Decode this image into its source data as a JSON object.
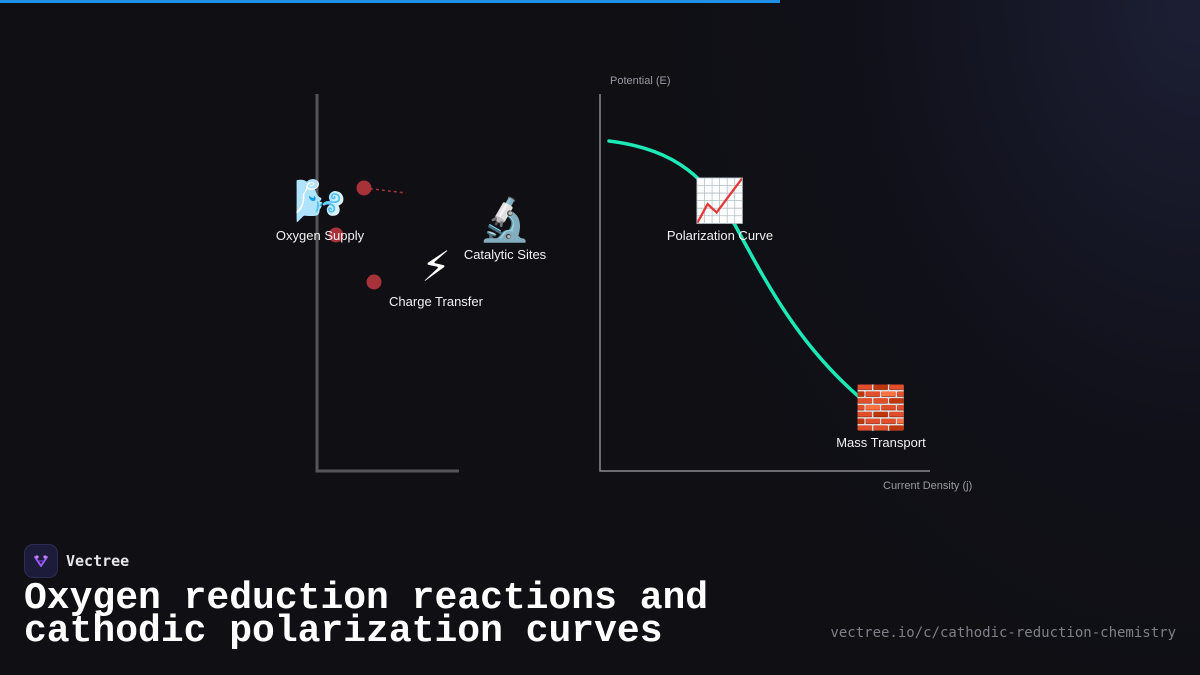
{
  "progress": {
    "fraction": 0.65,
    "color": "#1e90e6"
  },
  "diagram": {
    "nodes": [
      {
        "id": "oxygen-supply",
        "icon": "wind-icon",
        "emoji": "🌬️",
        "label": "Oxygen Supply"
      },
      {
        "id": "catalytic-sites",
        "icon": "microscope-icon",
        "emoji": "🔬",
        "label": "Catalytic Sites"
      },
      {
        "id": "charge-transfer",
        "icon": "lightning-icon",
        "emoji": "⚡",
        "label": "Charge Transfer"
      },
      {
        "id": "polarization-curve",
        "icon": "chart-increasing-icon",
        "emoji": "📈",
        "label": "Polarization Curve"
      },
      {
        "id": "mass-transport",
        "icon": "brick-icon",
        "emoji": "🧱",
        "label": "Mass Transport"
      }
    ],
    "plot": {
      "y_axis_label": "Potential (E)",
      "x_axis_label": "Current Density (j)",
      "curve_color": "#1de9b6"
    },
    "particle_color": "#a8323a"
  },
  "brand": {
    "name": "Vectree",
    "logo_icon": "vectree-logo-icon"
  },
  "title": "Oxygen reduction reactions and cathodic polarization curves",
  "url": "vectree.io/c/cathodic-reduction-chemistry"
}
